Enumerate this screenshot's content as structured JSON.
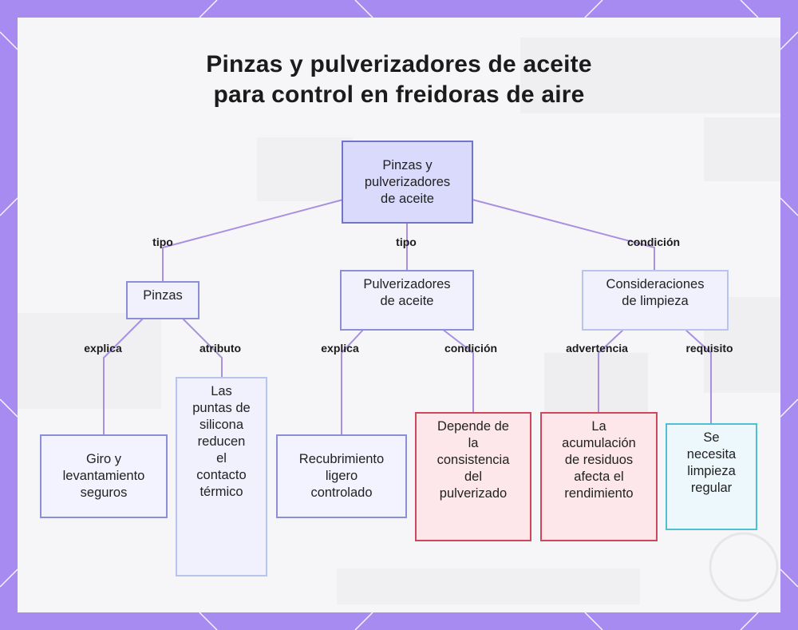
{
  "title": {
    "line1": "Pinzas y pulverizadores de aceite",
    "line2": "para control en freidoras de aire"
  },
  "colors": {
    "frame": "#a78bf0",
    "edge": "#a98fe0",
    "root_fill": "#d9dafc",
    "warning_border": "#d0465a",
    "requirement_border": "#4fc0d2"
  },
  "nodes": {
    "root": "Pinzas y\npulverizadores\nde aceite",
    "pinzas": "Pinzas",
    "pulverizadores": "Pulverizadores\nde aceite",
    "consideraciones": "Consideraciones\nde limpieza",
    "giro": "Giro y\nlevantamiento\nseguros",
    "puntas": "Las\npuntas de\nsilicona\nreducen\nel\ncontacto\ntérmico",
    "recubrimiento": "Recubrimiento\nligero\ncontrolado",
    "depende": "Depende de\nla\nconsistencia\ndel\npulverizado",
    "acumulacion": "La\nacumulación\nde residuos\nafecta el\nrendimiento",
    "limpieza": "Se\nnecesita\nlimpieza\nregular"
  },
  "edge_labels": {
    "root_pinzas": "tipo",
    "root_pulverizadores": "tipo",
    "root_consideraciones": "condición",
    "pinzas_giro": "explica",
    "pinzas_puntas": "atributo",
    "pulv_recubrimiento": "explica",
    "pulv_depende": "condición",
    "cons_acumulacion": "advertencia",
    "cons_limpieza": "requisito"
  }
}
